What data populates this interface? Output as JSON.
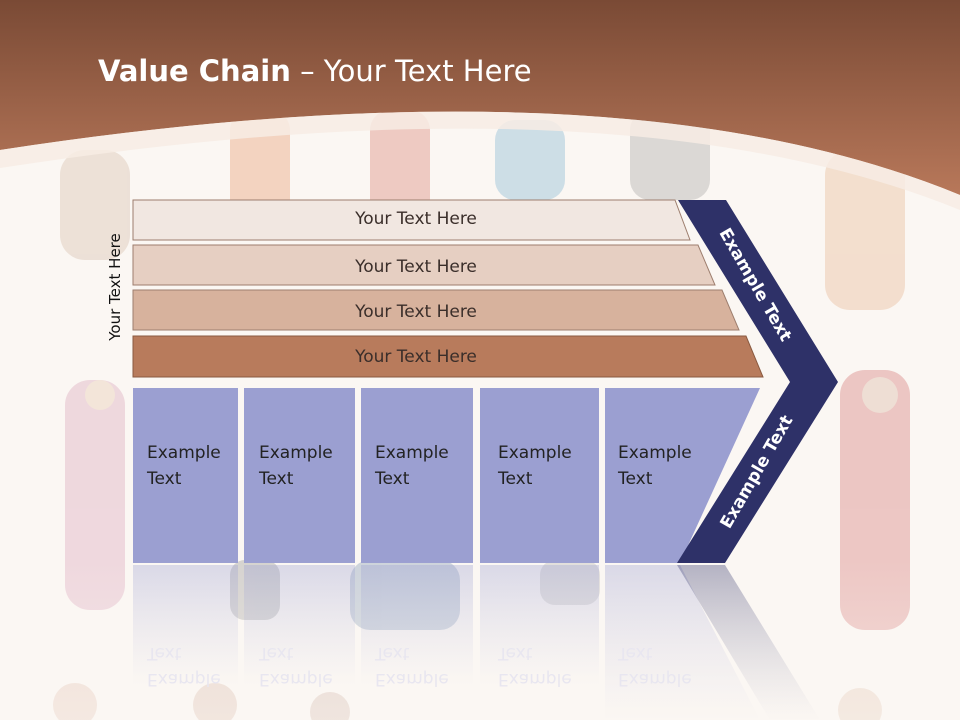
{
  "slide": {
    "title_bold": "Value Chain",
    "title_rest": " – Your Text Here",
    "side_label": "Your Text Here",
    "bars": [
      "Your Text Here",
      "Your Text Here",
      "Your Text Here",
      "Your Text Here"
    ],
    "boxes": [
      {
        "line1": "Example",
        "line2": "Text"
      },
      {
        "line1": "Example",
        "line2": "Text"
      },
      {
        "line1": "Example",
        "line2": "Text"
      },
      {
        "line1": "Example",
        "line2": "Text"
      },
      {
        "line1": "Example",
        "line2": "Text"
      }
    ],
    "chevron_upper": "Example Text",
    "chevron_lower": "Example Text"
  },
  "colors": {
    "header": "#a86848",
    "bar1": "#f1e7e1",
    "bar2": "#e6cfc2",
    "bar3": "#d7b29d",
    "bar4": "#b87b5c",
    "box": "#9b9fd1",
    "chevron": "#2e3168"
  }
}
